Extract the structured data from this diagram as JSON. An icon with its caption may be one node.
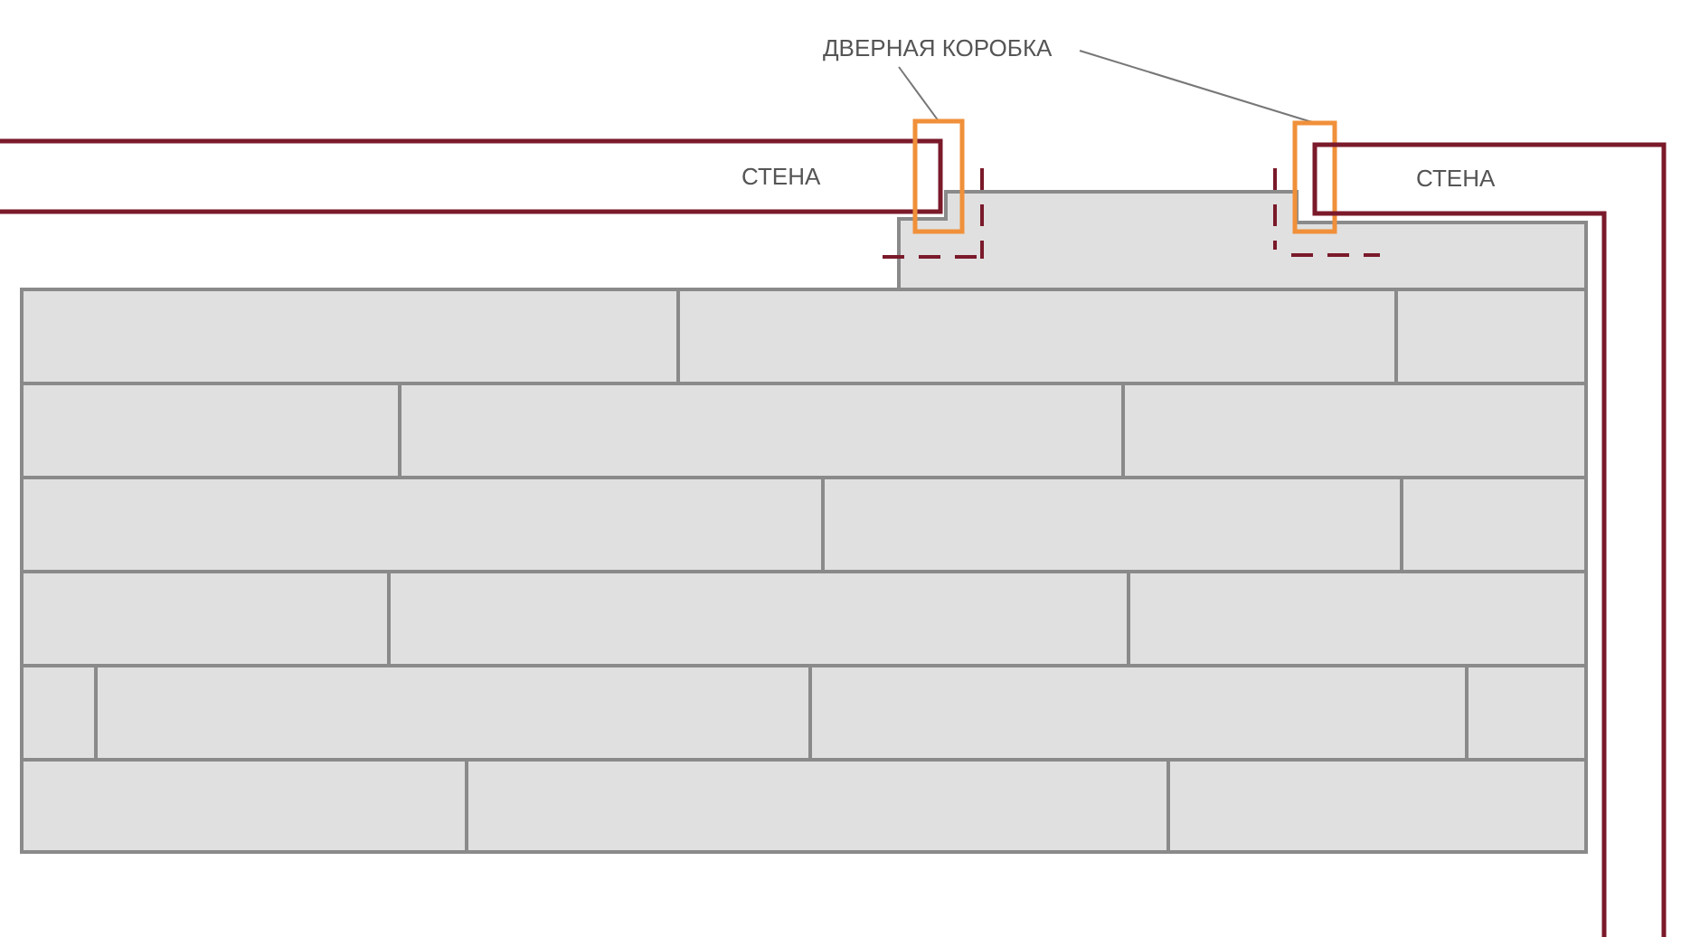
{
  "diagram": {
    "nodes": [
      {
        "text": [
          "СТЕНА"
        ]
      },
      {
        "text": [],
        "shape": "box"
      },
      {
        "text": [
          "ДВЕРНАЯ КОРОБКА"
        ]
      },
      {
        "text": [],
        "shape": "box"
      },
      {
        "text": [
          "СТЕНА"
        ]
      }
    ],
    "edges": [
      {
        "from": 2,
        "to": 1,
        "arrow": "none"
      },
      {
        "from": 2,
        "to": 3,
        "arrow": "none"
      }
    ]
  }
}
